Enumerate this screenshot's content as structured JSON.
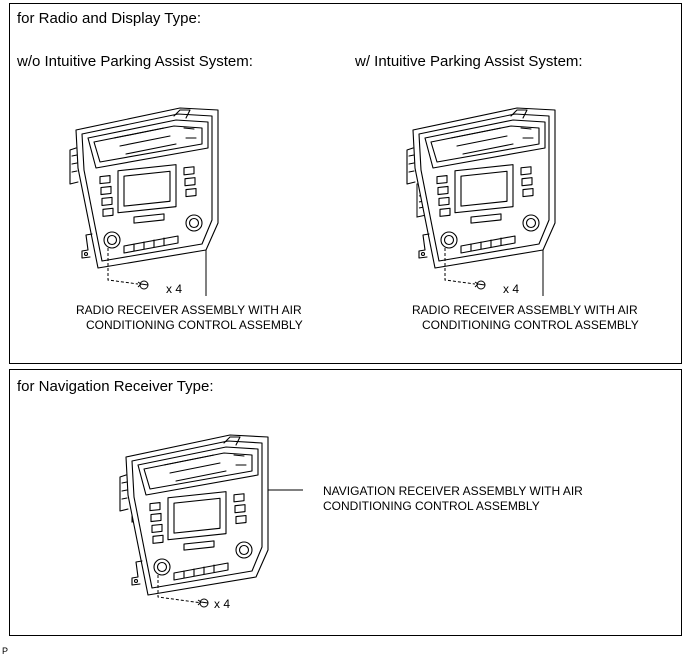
{
  "panels": {
    "radio_display": {
      "title": "for Radio and Display Type:",
      "left": {
        "subtitle": "w/o Intuitive Parking Assist System:",
        "quantity": "x 4",
        "caption_line1": "RADIO RECEIVER ASSEMBLY WITH AIR",
        "caption_line2": "CONDITIONING CONTROL ASSEMBLY"
      },
      "right": {
        "subtitle": "w/ Intuitive Parking Assist System:",
        "quantity": "x 4",
        "caption_line1": "RADIO RECEIVER ASSEMBLY WITH AIR",
        "caption_line2": "CONDITIONING CONTROL ASSEMBLY"
      }
    },
    "navigation": {
      "title": "for Navigation Receiver Type:",
      "quantity": "x 4",
      "caption_line1": "NAVIGATION RECEIVER ASSEMBLY WITH AIR",
      "caption_line2": "CONDITIONING CONTROL ASSEMBLY"
    }
  },
  "footer": {
    "code": "P"
  }
}
